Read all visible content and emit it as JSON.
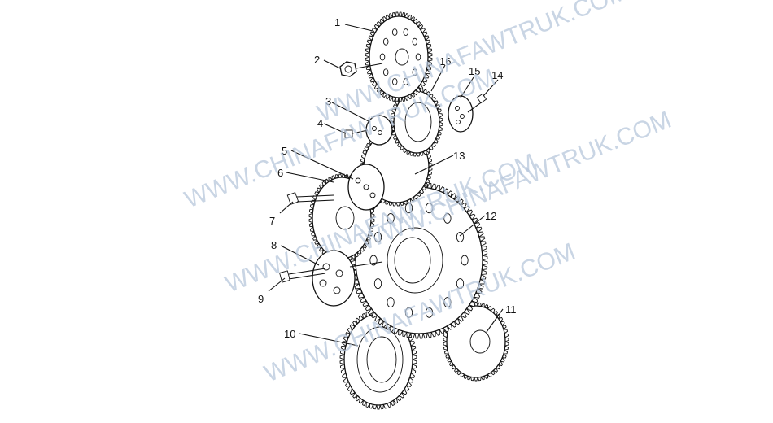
{
  "diagram": {
    "labels": [
      "1",
      "2",
      "16",
      "15",
      "14",
      "3",
      "4",
      "5",
      "13",
      "6",
      "7",
      "12",
      "8",
      "9",
      "11",
      "10"
    ]
  },
  "watermark": {
    "lines": [
      "WWW.CHINAFAWTRUK.COM",
      "WWW.CHINAFAWTRUK.COM",
      "WWW.CHINAFAWTRUK.COM",
      "WWW.CHINAFAWTRUK.COM",
      "WWW.CHINAFAWTRUK.COM"
    ]
  }
}
